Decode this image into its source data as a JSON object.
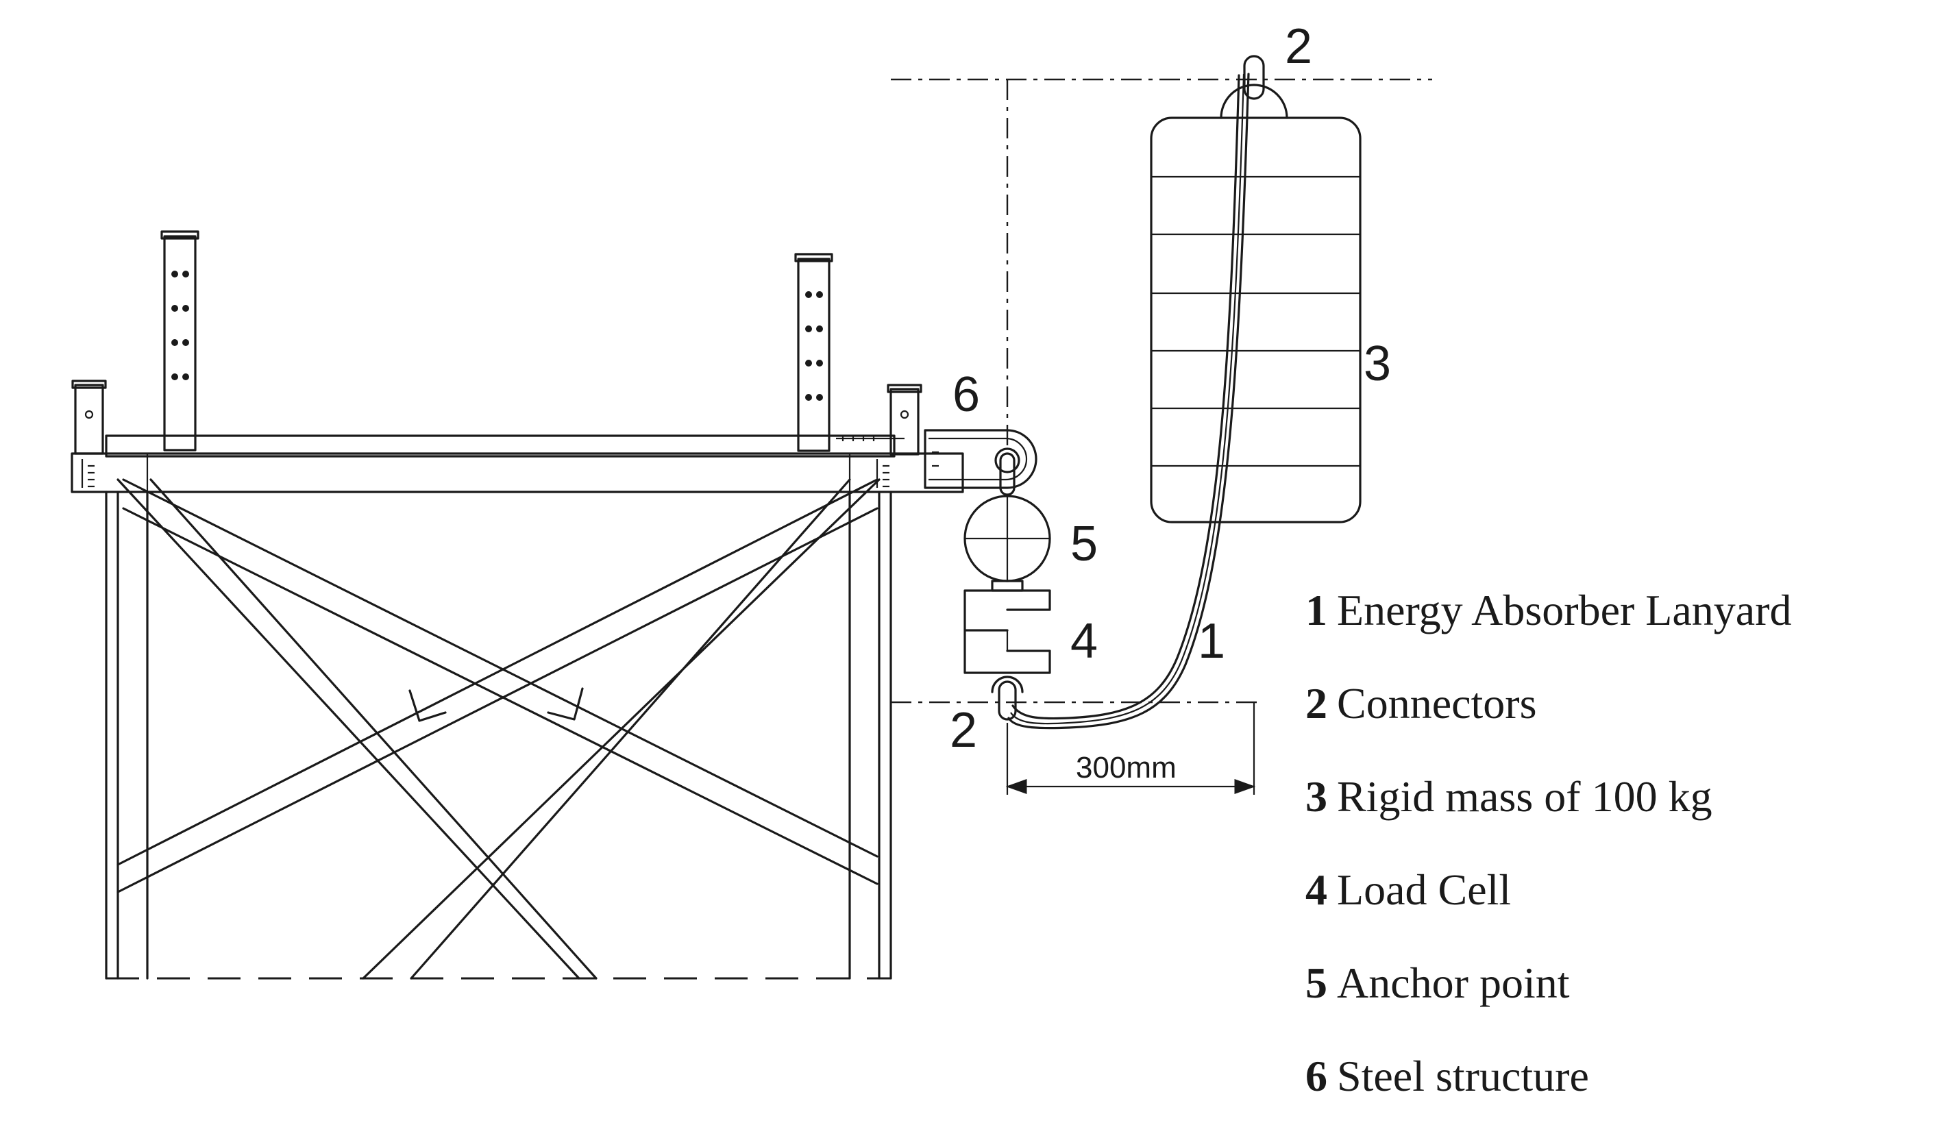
{
  "callouts": {
    "lanyard": "1",
    "connector_top": "2",
    "connector_bottom": "2",
    "rigid_mass": "3",
    "load_cell": "4",
    "anchor_point": "5",
    "steel_structure": "6"
  },
  "dimension": {
    "distance_label": "300mm"
  },
  "legend": [
    {
      "number": "1",
      "text": "Energy Absorber Lanyard"
    },
    {
      "number": "2",
      "text": "Connectors"
    },
    {
      "number": "3",
      "text": "Rigid mass of 100 kg"
    },
    {
      "number": "4",
      "text": "Load Cell"
    },
    {
      "number": "5",
      "text": "Anchor point"
    },
    {
      "number": "6",
      "text": "Steel structure"
    }
  ]
}
